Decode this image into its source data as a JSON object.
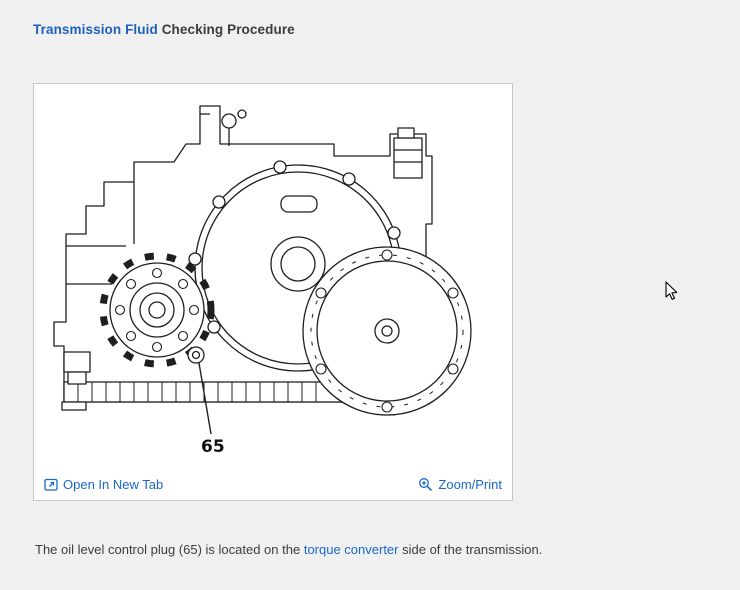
{
  "header": {
    "title_primary": "Transmission Fluid",
    "title_secondary": "Checking Procedure"
  },
  "figure": {
    "callout_label": "65",
    "footer": {
      "open_in_new_tab": "Open In New Tab",
      "zoom_print": "Zoom/Print"
    }
  },
  "caption": {
    "text_before": "The oil level control plug (65) is located on the ",
    "link_text": "torque converter",
    "text_after": " side of the transmission."
  },
  "colors": {
    "page_background": "#f0f0f1",
    "link_blue": "#1b67c9",
    "heading_blue": "#1e62be",
    "body_text": "#3c3c3c",
    "figure_border": "#c9c9c9",
    "drawing_stroke": "#1f1f1f"
  }
}
